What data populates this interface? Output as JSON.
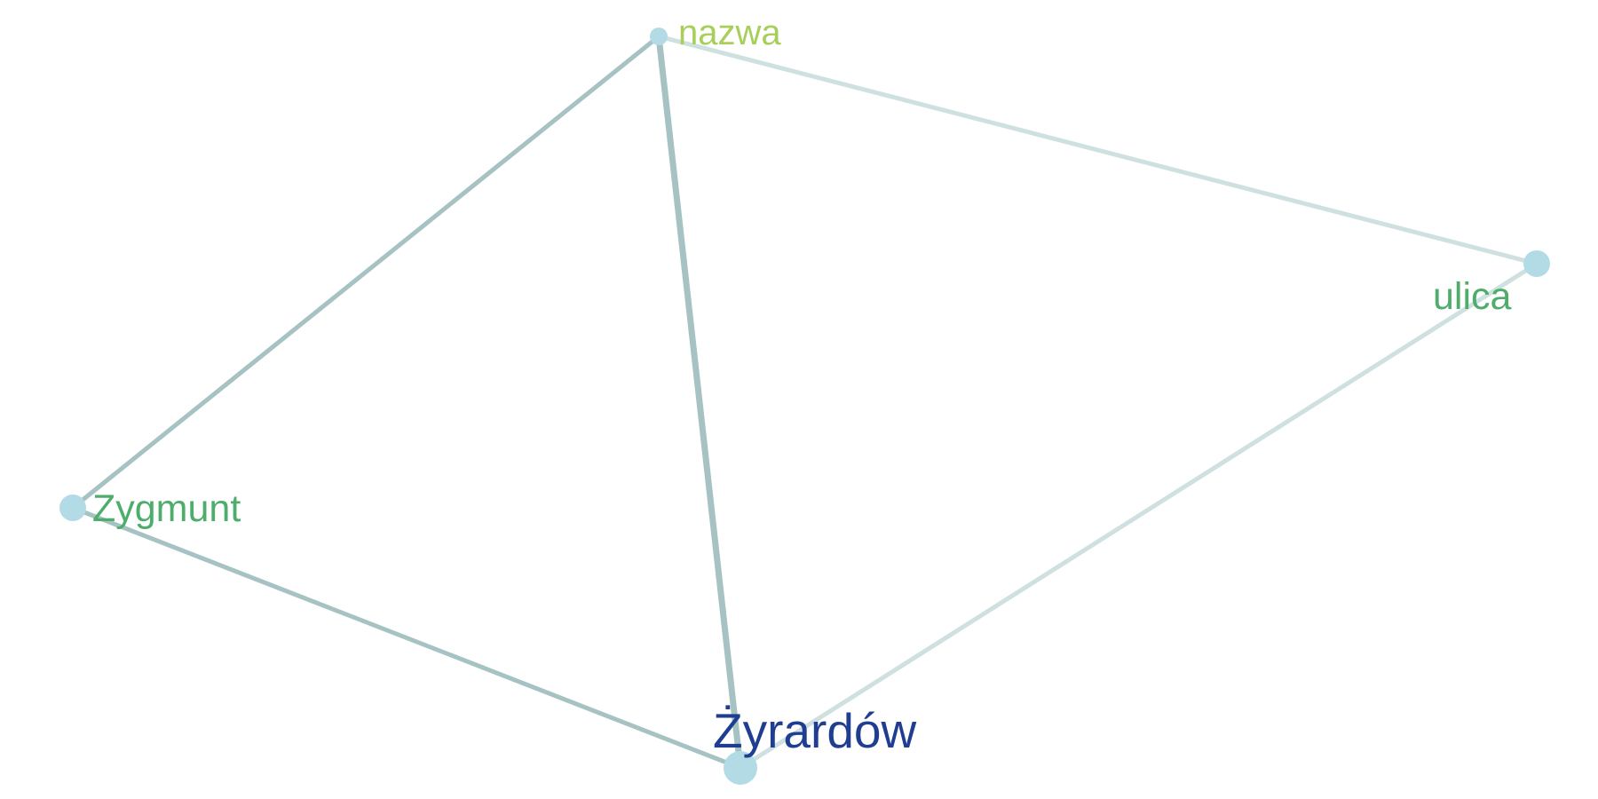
{
  "graph": {
    "nodes": [
      {
        "id": "nazwa",
        "label": "nazwa",
        "label_color": "#a8cf5a",
        "node_color": "#b3dbe6"
      },
      {
        "id": "ulica",
        "label": "ulica",
        "label_color": "#4ead6b",
        "node_color": "#b3dbe6"
      },
      {
        "id": "zygmunt",
        "label": "Zygmunt",
        "label_color": "#4ead6b",
        "node_color": "#b3dbe6"
      },
      {
        "id": "zyrardow",
        "label": "Żyrardów",
        "label_color": "#1f3e92",
        "node_color": "#b3dbe6"
      }
    ],
    "edges": [
      {
        "source": "nazwa",
        "target": "zygmunt",
        "color": "#a7c2c2"
      },
      {
        "source": "nazwa",
        "target": "zyrardow",
        "color": "#a7c2c2"
      },
      {
        "source": "nazwa",
        "target": "ulica",
        "color": "#cfe0e0"
      },
      {
        "source": "zygmunt",
        "target": "zyrardow",
        "color": "#a7c2c2"
      },
      {
        "source": "ulica",
        "target": "zyrardow",
        "color": "#cfe0e0"
      }
    ]
  }
}
